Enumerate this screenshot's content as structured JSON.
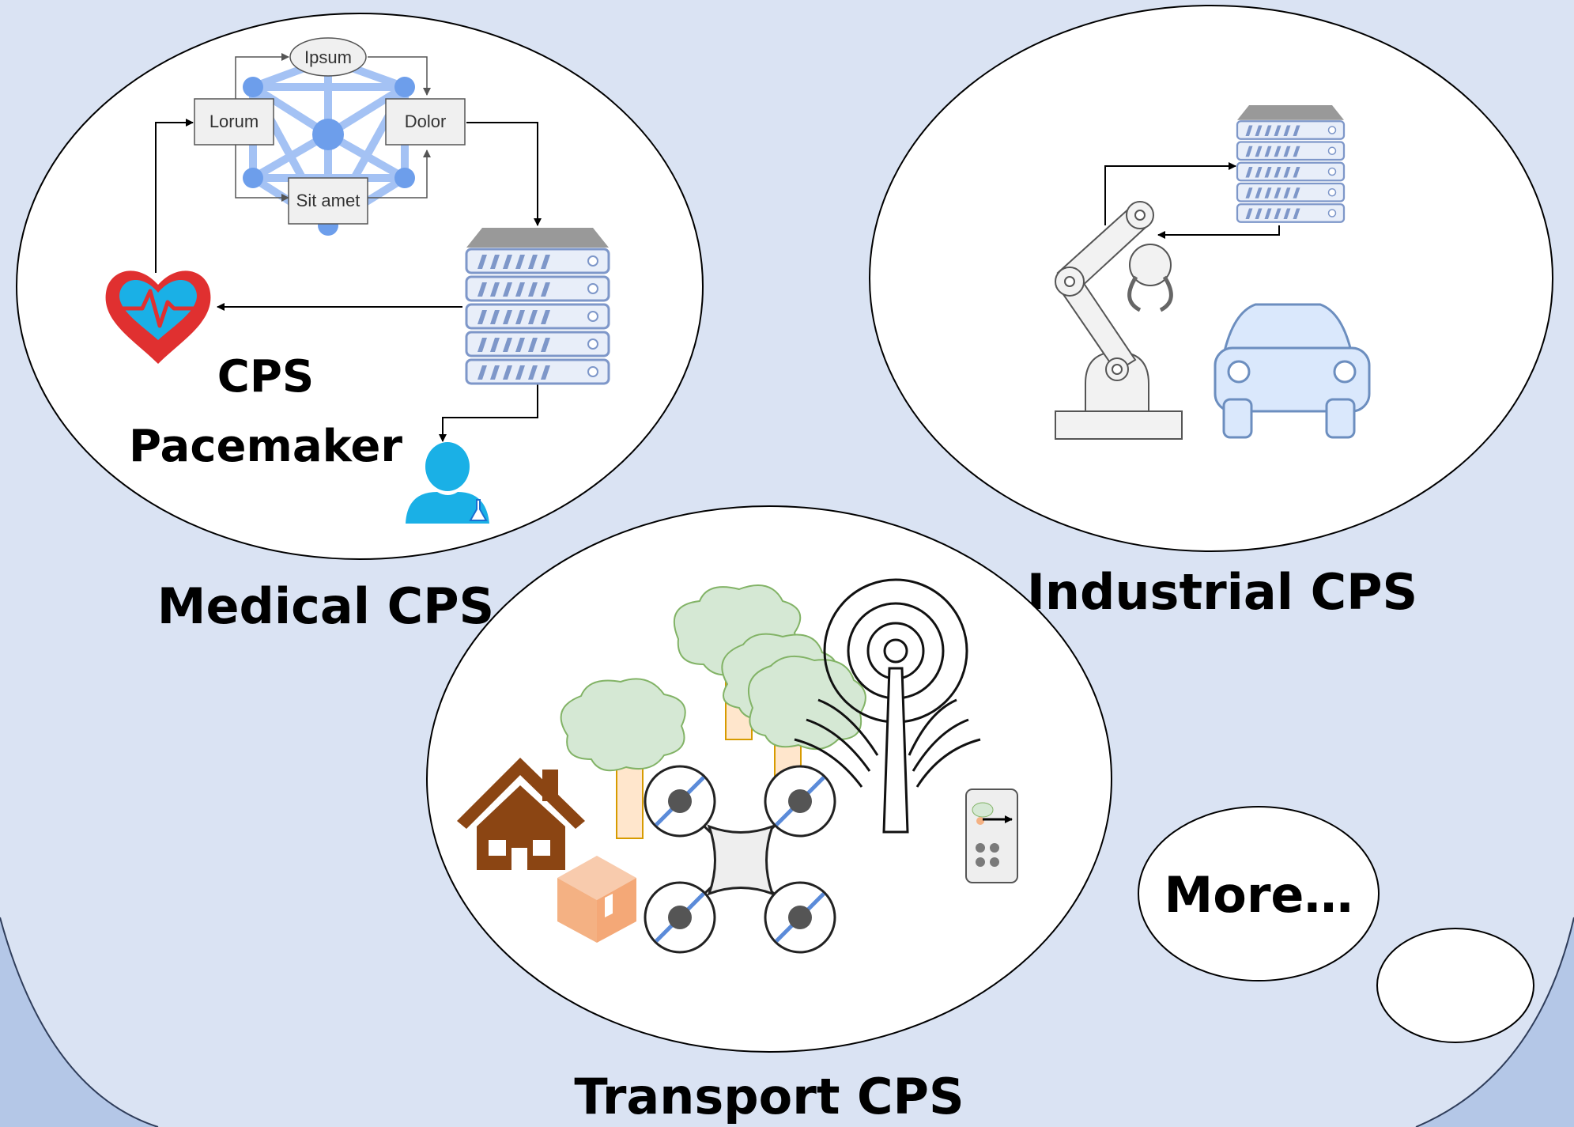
{
  "regions": {
    "medical": "Medical CPS",
    "industrial": "Industrial CPS",
    "transport": "Transport CPS",
    "more": "More…"
  },
  "medical": {
    "pacemaker_line1": "CPS",
    "pacemaker_line2": "Pacemaker",
    "nodes": {
      "ipsum": "Ipsum",
      "lorum": "Lorum",
      "dolor": "Dolor",
      "sit_amet": "Sit amet"
    }
  },
  "icons": [
    "neural-network-icon",
    "server-icon",
    "heart-icon",
    "doctor-icon",
    "robot-arm-icon",
    "car-icon",
    "tree-icon",
    "house-icon",
    "package-icon",
    "drone-icon",
    "antenna-icon",
    "phone-icon"
  ],
  "colors": {
    "background": "#dae3f3",
    "bubble": "#ffffff",
    "network": "#6d9eeb",
    "server": "#7e97c9",
    "heart": "#e03030",
    "doctor": "#1ab0e6",
    "tree": "#d5e8d4",
    "house": "#8b4513",
    "package": "#f4b183"
  }
}
